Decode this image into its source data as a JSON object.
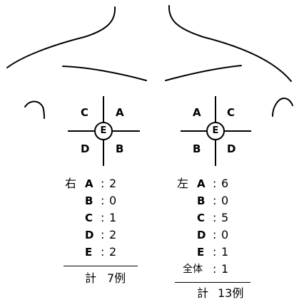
{
  "right_breast": {
    "quadrants": {
      "upper_outer": "C",
      "upper_inner": "A",
      "lower_outer": "D",
      "lower_inner": "B",
      "center": "E"
    },
    "side_label": "右",
    "rows": [
      {
        "letter": "A",
        "sep": ":",
        "count": "2"
      },
      {
        "letter": "B",
        "sep": ":",
        "count": "0"
      },
      {
        "letter": "C",
        "sep": ":",
        "count": "1"
      },
      {
        "letter": "D",
        "sep": ":",
        "count": "2"
      },
      {
        "letter": "E",
        "sep": ":",
        "count": "2"
      }
    ],
    "total_label": "計",
    "total_value": "7例"
  },
  "left_breast": {
    "quadrants": {
      "upper_inner": "A",
      "upper_outer": "C",
      "lower_inner": "B",
      "lower_outer": "D",
      "center": "E"
    },
    "side_label": "左",
    "rows": [
      {
        "letter": "A",
        "sep": ":",
        "count": "6"
      },
      {
        "letter": "B",
        "sep": ":",
        "count": "0"
      },
      {
        "letter": "C",
        "sep": ":",
        "count": "5"
      },
      {
        "letter": "D",
        "sep": ":",
        "count": "0"
      },
      {
        "letter": "E",
        "sep": ":",
        "count": "1"
      }
    ],
    "whole_label": "全体",
    "whole_sep": ":",
    "whole_count": "1",
    "total_label": "計",
    "total_value": "13例"
  }
}
